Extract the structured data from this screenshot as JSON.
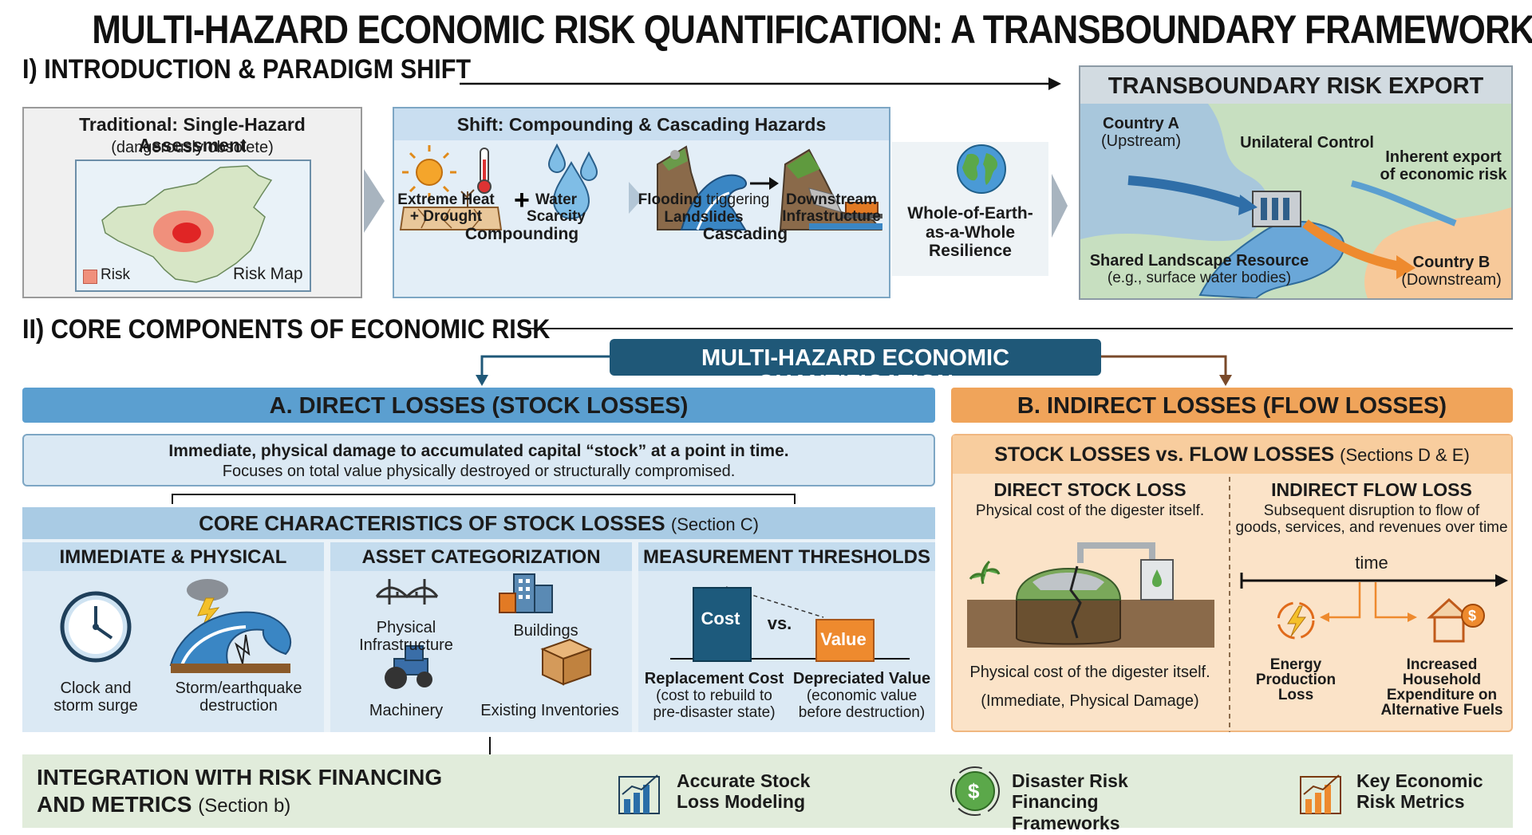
{
  "title": "MULTI-HAZARD ECONOMIC RISK QUANTIFICATION: A TRANSBOUNDARY FRAMEWORK",
  "section1": {
    "heading": "I) INTRODUCTION & PARADIGM SHIFT",
    "traditional": {
      "title": "Traditional: Single-Hazard Assessment",
      "subtitle": "(dangerously obsolete)",
      "legend_risk": "Risk",
      "map_label": "Risk Map"
    },
    "shift": {
      "title": "Shift: Compounding & Cascading Hazards",
      "plus": "+",
      "heat": "Extreme Heat\n+ Drought",
      "water": "Water\nScarcity",
      "compounding": "Compounding",
      "flooding_bold": "Flooding",
      "flooding_rest": " triggering",
      "landslides": "Landslides",
      "downstream": "Downstream\nInfrastructure",
      "cascading": "Cascading"
    },
    "whole_earth": "Whole-of-Earth-\nas-a-Whole\nResilience",
    "transboundary": {
      "title": "TRANSBOUNDARY RISK EXPORT",
      "country_a": "Country A",
      "country_a_sub": "(Upstream)",
      "unilateral": "Unilateral Control",
      "inherent": "Inherent export\nof economic risk",
      "shared": "Shared Landscape Resource",
      "shared_sub": "(e.g., surface water bodies)",
      "country_b": "Country B",
      "country_b_sub": "(Downstream)"
    }
  },
  "section2": {
    "heading": "II) CORE COMPONENTS OF ECONOMIC RISK",
    "center_banner": "MULTI-HAZARD ECONOMIC QUANTIFICATION",
    "direct": {
      "header": "A. DIRECT LOSSES (STOCK LOSSES)",
      "desc_bold": "Immediate, physical damage to accumulated capital “stock” at a point in time.",
      "desc": "Focuses on total value physically destroyed or structurally compromised.",
      "core_title": "CORE CHARACTERISTICS OF STOCK LOSSES",
      "core_section": "(Section C)",
      "col1_title": "IMMEDIATE & PHYSICAL",
      "clock_label": "Clock and\nstorm surge",
      "storm_label": "Storm/earthquake\ndestruction",
      "col2_title": "ASSET CATEGORIZATION",
      "physical_infra": "Physical\nInfrastructure",
      "buildings": "Buildings",
      "machinery": "Machinery",
      "inventories": "Existing Inventories",
      "col3_title": "MEASUREMENT THRESHOLDS",
      "cost_bar": "Cost",
      "vs": "vs.",
      "value_bar": "Value",
      "replacement_title": "Replacement Cost",
      "replacement_desc": "(cost to rebuild to\npre-disaster state)",
      "depreciated_title": "Depreciated Value",
      "depreciated_desc": "(economic value\nbefore destruction)"
    },
    "indirect": {
      "header": "B. INDIRECT LOSSES (FLOW LOSSES)",
      "compare_title": "STOCK LOSSES vs. FLOW LOSSES",
      "compare_section": "(Sections D & E)",
      "direct_title": "DIRECT STOCK LOSS",
      "direct_desc": "Physical cost of the digester itself.",
      "direct_caption": "Physical cost of the digester itself.",
      "direct_caption2": "(Immediate, Physical Damage)",
      "indirect_title": "INDIRECT FLOW LOSS",
      "indirect_desc": "Subsequent disruption to flow of\ngoods, services, and revenues over time",
      "time_label": "time",
      "energy_label": "Energy\nProduction\nLoss",
      "household_label": "Increased\nHousehold\nExpenditure on\nAlternative Fuels"
    }
  },
  "integration": {
    "title": "INTEGRATION WITH RISK FINANCING\nAND METRICS",
    "section": "(Section b)",
    "item1": "Accurate Stock\nLoss Modeling",
    "item2": "Disaster Risk\nFinancing Frameworks",
    "item3": "Key Economic\nRisk Metrics"
  },
  "colors": {
    "blue_header": "#5b9fd0",
    "blue_light": "#dbe9f4",
    "orange_header": "#f0a45a",
    "orange_light": "#fbe3c8",
    "navy_banner": "#1f5878",
    "green_band": "#e1ecdb",
    "cost_bar": "#1d5a7c",
    "value_bar": "#ee8a2e"
  }
}
